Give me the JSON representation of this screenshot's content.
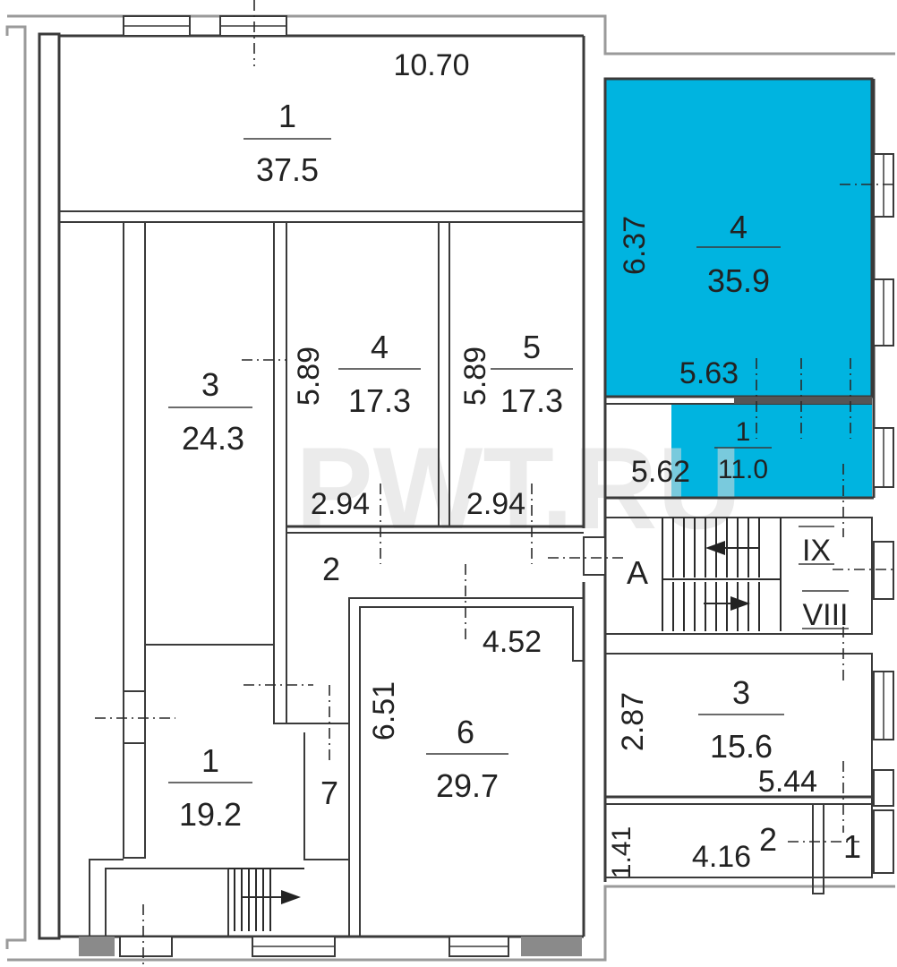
{
  "colors": {
    "highlight": "#00b4e0",
    "wall": "#3a3a3a",
    "background": "#ffffff"
  },
  "watermark": "PWT.RU",
  "dimensions": {
    "top_width": "10.70",
    "r4_height": "6.37",
    "r4_width": "5.63",
    "r1b_width": "5.62",
    "r4b_height": "5.89",
    "r5_height": "5.89",
    "r4b_width": "2.94",
    "r5_width": "2.94",
    "r6_width": "4.52",
    "r6_height": "6.51",
    "r3b_height": "2.87",
    "r3b_width": "5.44",
    "r2b_height": "1.41",
    "r2b_width": "4.16"
  },
  "rooms": [
    {
      "id": "r1_top",
      "number": "1",
      "area": "37.5"
    },
    {
      "id": "r3_left",
      "number": "3",
      "area": "24.3"
    },
    {
      "id": "r4_mid",
      "number": "4",
      "area": "17.3"
    },
    {
      "id": "r5_mid",
      "number": "5",
      "area": "17.3"
    },
    {
      "id": "r2_corr",
      "number": "2",
      "area": ""
    },
    {
      "id": "r6",
      "number": "6",
      "area": "29.7"
    },
    {
      "id": "r7",
      "number": "7",
      "area": ""
    },
    {
      "id": "r1_bottom",
      "number": "1",
      "area": "19.2"
    },
    {
      "id": "r4_blue",
      "number": "4",
      "area": "35.9"
    },
    {
      "id": "r1_blue",
      "number": "1",
      "area": "11.0"
    },
    {
      "id": "r3_right",
      "number": "3",
      "area": "15.6"
    },
    {
      "id": "r2_right",
      "number": "2",
      "area": ""
    },
    {
      "id": "r1_small",
      "number": "1",
      "area": ""
    }
  ],
  "stair_labels": {
    "entrance": "A",
    "upper": "IX",
    "lower": "VIII"
  }
}
